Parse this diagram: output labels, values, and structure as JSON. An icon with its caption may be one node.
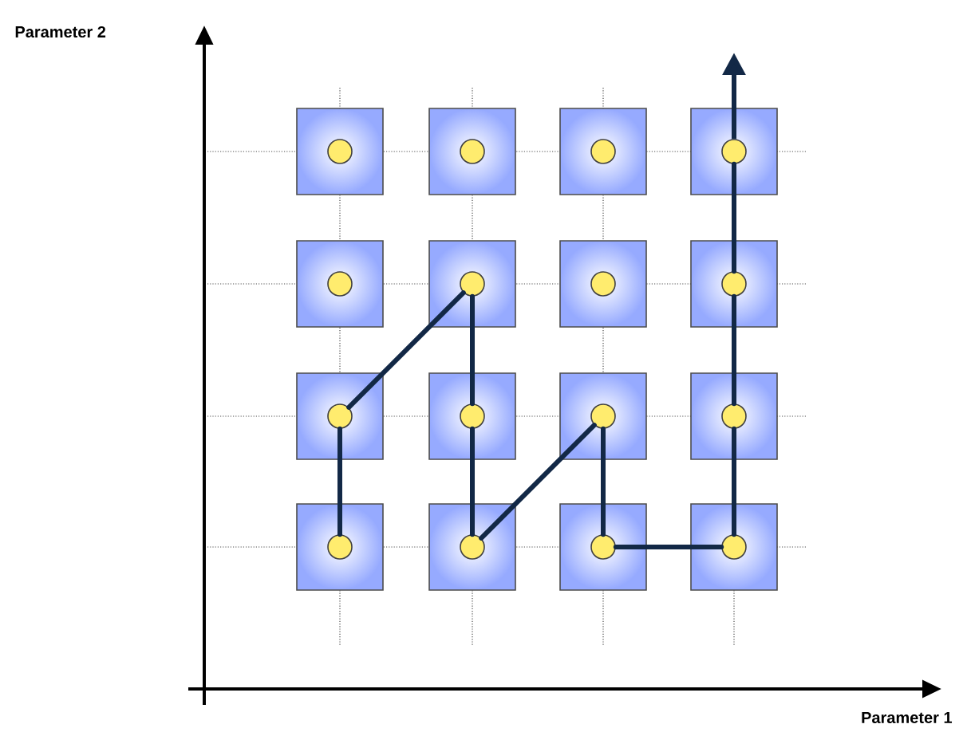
{
  "diagram": {
    "nodes": [
      {
        "text": [],
        "shape": "box"
      },
      {
        "text": [],
        "shape": "circle",
        "in": 0
      },
      {
        "text": [],
        "shape": "box"
      },
      {
        "text": [],
        "shape": "circle",
        "in": 2
      },
      {
        "text": [],
        "shape": "box"
      },
      {
        "text": [],
        "shape": "circle",
        "in": 4
      },
      {
        "text": [],
        "shape": "box"
      },
      {
        "text": [],
        "shape": "circle",
        "in": 6
      },
      {
        "text": [],
        "shape": "box"
      },
      {
        "text": [],
        "shape": "circle",
        "in": 8
      },
      {
        "text": [],
        "shape": "box"
      },
      {
        "text": [],
        "shape": "circle",
        "in": 10
      },
      {
        "text": [],
        "shape": "box"
      },
      {
        "text": [],
        "shape": "circle",
        "in": 12
      },
      {
        "text": [],
        "shape": "box"
      },
      {
        "text": [],
        "shape": "circle",
        "in": 14
      },
      {
        "text": [],
        "shape": "box"
      },
      {
        "text": [],
        "shape": "circle",
        "in": 16
      },
      {
        "text": [],
        "shape": "box"
      },
      {
        "text": [],
        "shape": "circle",
        "in": 18
      },
      {
        "text": [],
        "shape": "box"
      },
      {
        "text": [],
        "shape": "circle",
        "in": 20
      },
      {
        "text": [],
        "shape": "box"
      },
      {
        "text": [],
        "shape": "circle",
        "in": 22
      },
      {
        "text": [],
        "shape": "box"
      },
      {
        "text": [],
        "shape": "circle",
        "in": 24
      },
      {
        "text": [],
        "shape": "box"
      },
      {
        "text": [],
        "shape": "circle",
        "in": 26
      },
      {
        "text": [],
        "shape": "box"
      },
      {
        "text": [],
        "shape": "circle",
        "in": 28
      },
      {
        "text": [],
        "shape": "box"
      },
      {
        "text": [],
        "shape": "circle",
        "in": 30
      }
    ],
    "edges": [
      {
        "from": 25,
        "to": 17,
        "arrow": "none"
      },
      {
        "from": 17,
        "to": 11,
        "arrow": "none"
      },
      {
        "from": 11,
        "to": 19,
        "arrow": "none"
      },
      {
        "from": 19,
        "to": 27,
        "arrow": "none"
      },
      {
        "from": 27,
        "to": 21,
        "arrow": "none"
      },
      {
        "from": 21,
        "to": 29,
        "arrow": "none"
      },
      {
        "from": 29,
        "to": 31,
        "arrow": "none"
      },
      {
        "from": 31,
        "to": 23,
        "arrow": "none"
      },
      {
        "from": 23,
        "to": 15,
        "arrow": "none"
      },
      {
        "from": 15,
        "to": 7,
        "arrow": "none"
      },
      {
        "from": 7,
        "to": null,
        "arrow": "to"
      }
    ],
    "labels": [
      "Parameter 2",
      "Parameter 1"
    ]
  }
}
